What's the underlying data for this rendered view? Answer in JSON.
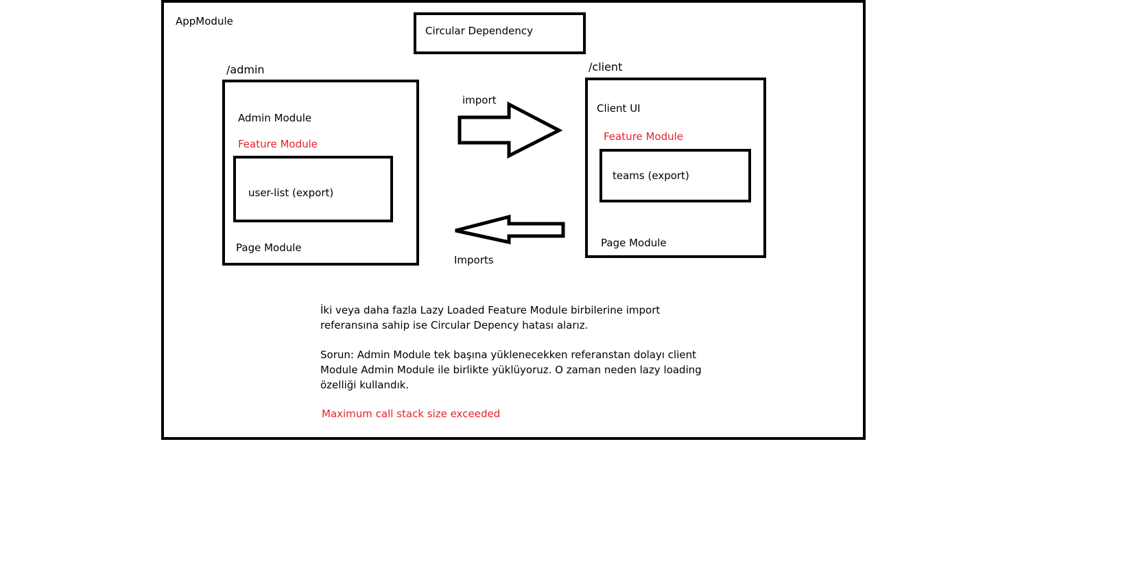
{
  "app_module": {
    "label": "AppModule"
  },
  "title": {
    "label": "Circular Dependency"
  },
  "admin": {
    "route": "/admin",
    "module_label": "Admin Module",
    "feature_label": "Feature Module",
    "inner_label": "user-list (export)",
    "page_label": "Page Module"
  },
  "client": {
    "route": "/client",
    "module_label": "Client UI",
    "feature_label": "Feature Module",
    "inner_label": "teams (export)",
    "page_label": "Page Module"
  },
  "arrows": {
    "import_label": "import",
    "imports_label": "Imports"
  },
  "notes": {
    "line1": "İki veya daha fazla Lazy Loaded Feature Module birbilerine import",
    "line2": "referansına sahip ise Circular Depency hatası alarız.",
    "line3": "Sorun: Admin Module tek başına yüklenecekken referanstan dolayı client",
    "line4": "Module Admin Module ile birlikte yüklüyoruz. O zaman neden lazy loading",
    "line5": "özelliği kullandık.",
    "error": "Maximum call stack size exceeded"
  },
  "colors": {
    "accent_red": "#e8202a",
    "stroke": "#000000"
  }
}
